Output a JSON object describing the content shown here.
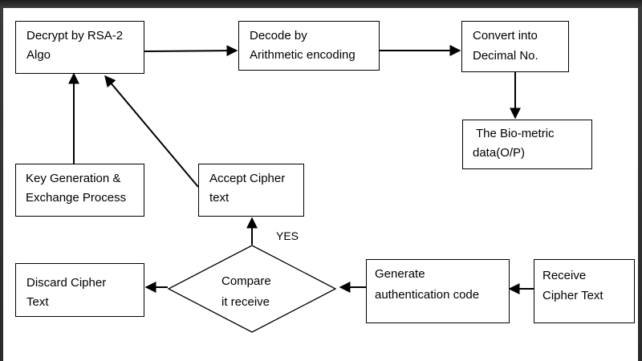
{
  "diagram": {
    "nodes": {
      "decrypt": {
        "line1": "Decrypt by RSA-2",
        "line2": "Algo"
      },
      "decode": {
        "line1": "Decode by",
        "line2": "Arithmetic encoding"
      },
      "convert": {
        "line1": "Convert into",
        "line2": "Decimal No."
      },
      "biometric": {
        "line1": "The Bio-metric",
        "line2": "data(O/P)"
      },
      "keygen": {
        "line1": "Key Generation &",
        "line2": "Exchange Process"
      },
      "accept": {
        "line1": "Accept Cipher",
        "line2": "text"
      },
      "discard": {
        "line1": "Discard Cipher",
        "line2": "Text"
      },
      "compare": {
        "line1": "Compare",
        "line2": "it receive"
      },
      "generate": {
        "line1": "Generate",
        "line2": "authentication code"
      },
      "receive": {
        "line1": "Receive",
        "line2": "Cipher Text"
      }
    },
    "edge_labels": {
      "yes": "YES"
    }
  }
}
